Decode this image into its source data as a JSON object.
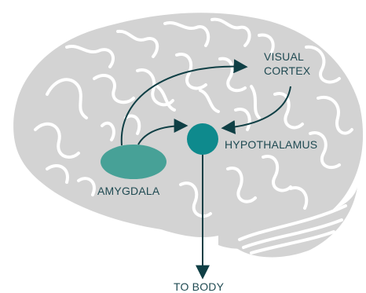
{
  "diagram": {
    "labels": {
      "visual_cortex": "VISUAL\nCORTEX",
      "hypothalamus": "HYPOTHALAMUS",
      "amygdala": "AMYGDALA",
      "to_body": "TO BODY"
    },
    "colors": {
      "brain_fill": "#d3d3d3",
      "sulci": "#ffffff",
      "arrow": "#0f3f45",
      "hypothalamus_fill": "#0e8a8d",
      "amygdala_fill": "#3f9e93",
      "label_text": "#1f4a52"
    }
  }
}
